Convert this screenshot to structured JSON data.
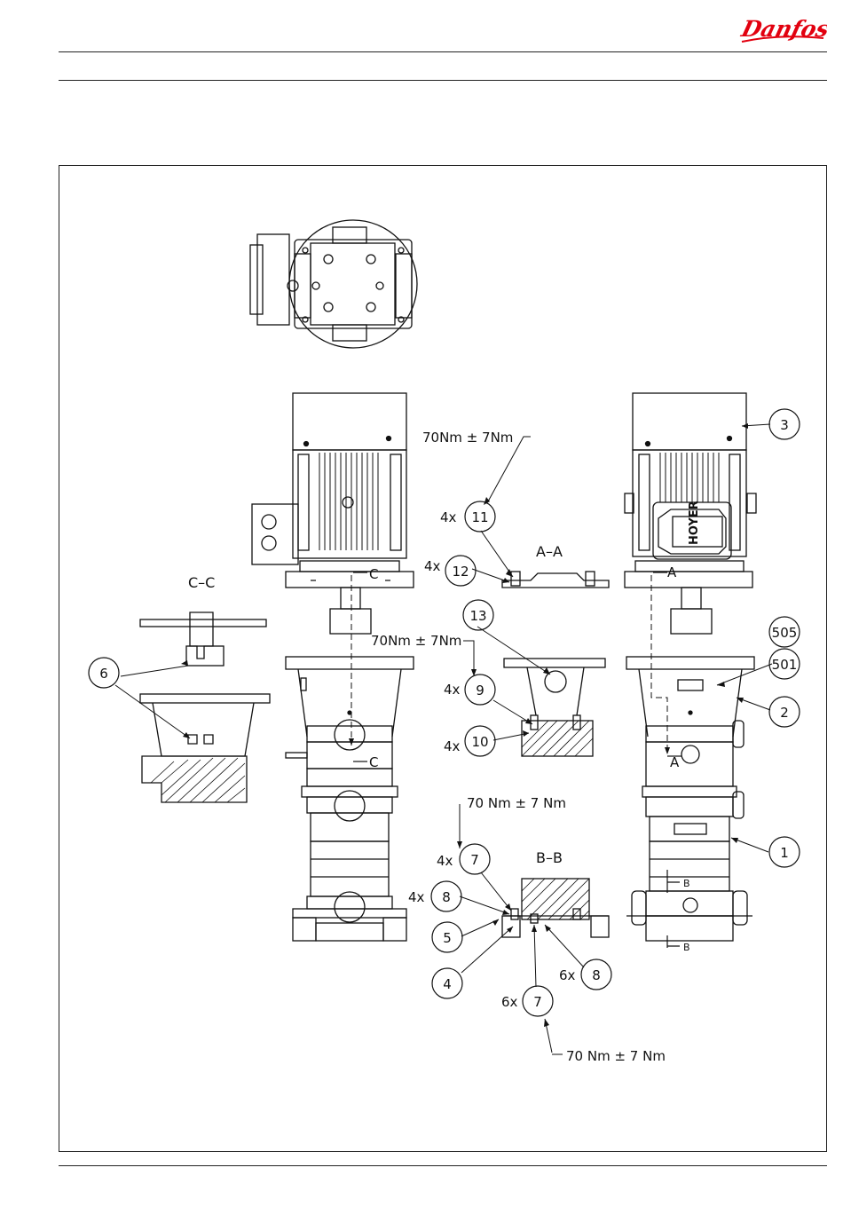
{
  "brand": {
    "logo_text": "Danfoss",
    "color": "#e2000f"
  },
  "sections": {
    "cc": "C–C",
    "aa": "A–A",
    "bb": "B–B"
  },
  "cut_marks": {
    "a1": "A",
    "a2": "A",
    "c1": "C",
    "c2": "C",
    "b1": "B",
    "b2": "B"
  },
  "motor_label": "HOYER",
  "torques": {
    "t11": "70Nm ± 7Nm",
    "t9": "70Nm ± 7Nm",
    "t7": "70 Nm ± 7 Nm",
    "t7b": "70 Nm ± 7 Nm"
  },
  "quantities": {
    "q11": "4x",
    "q12": "4x",
    "q9": "4x",
    "q10": "4x",
    "q7": "4x",
    "q8": "4x",
    "q8b": "6x",
    "q7b": "6x"
  },
  "callouts": {
    "c1": "1",
    "c2": "2",
    "c3": "3",
    "c4": "4",
    "c5": "5",
    "c6": "6",
    "c7": "7",
    "c7b": "7",
    "c8": "8",
    "c8b": "8",
    "c9": "9",
    "c10": "10",
    "c11": "11",
    "c12": "12",
    "c13": "13",
    "c501": "501",
    "c505": "505"
  }
}
